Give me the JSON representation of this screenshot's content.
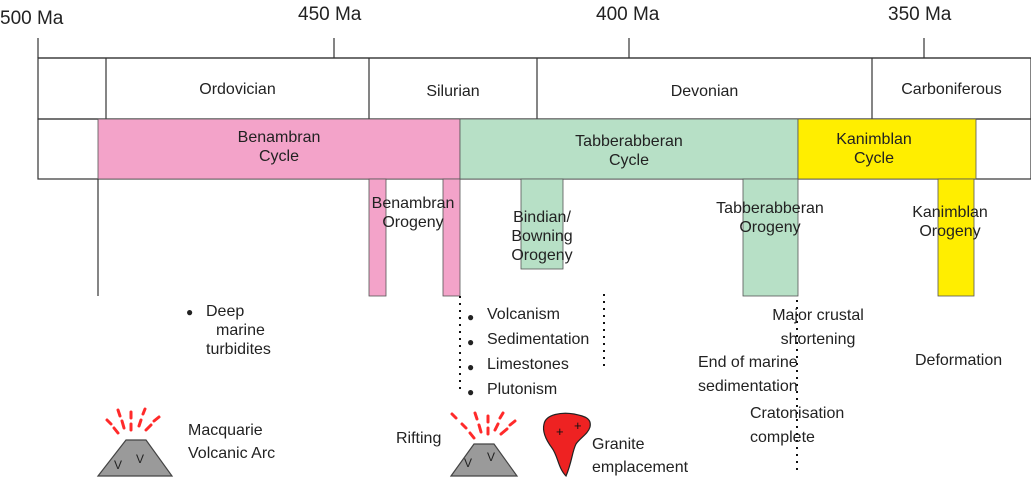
{
  "time_axis": {
    "ticks": [
      "500 Ma",
      "450 Ma",
      "400 Ma",
      "350 Ma"
    ]
  },
  "periods": [
    "Ordovician",
    "Silurian",
    "Devonian",
    "Carboniferous"
  ],
  "cycles": [
    {
      "line1": "Benambran",
      "line2": "Cycle",
      "color": "#f3a3c9"
    },
    {
      "line1": "Tabberabberan",
      "line2": "Cycle",
      "color": "#b7e0c6"
    },
    {
      "line1": "Kanimblan",
      "line2": "Cycle",
      "color": "#ffee00"
    }
  ],
  "orogenies": {
    "benambran": {
      "line1": "Benambran",
      "line2": "Orogeny"
    },
    "bindian": {
      "line1": "Bindian/",
      "line2": "Bowning",
      "line3": "Orogeny"
    },
    "tabberabberan": {
      "line1": "Tabberabberan",
      "line2": "Orogeny"
    },
    "kanimblan": {
      "line1": "Kanimblan",
      "line2": "Orogeny"
    }
  },
  "notes": {
    "deep_marine": [
      "Deep",
      "marine",
      "turbidites"
    ],
    "tabberabberan_list": [
      "Volcanism",
      "Sedimentation",
      "Limestones",
      "Plutonism"
    ],
    "major_crustal": [
      "Major crustal",
      "shortening"
    ],
    "end_marine": [
      "End of marine",
      "sedimentation"
    ],
    "cratonisation": [
      "Cratonisation",
      "complete"
    ],
    "deformation": "Deformation"
  },
  "icons": {
    "macquarie": [
      "Macquarie",
      "Volcanic Arc"
    ],
    "rifting": "Rifting",
    "granite": [
      "Granite",
      "emplacement"
    ],
    "volcano_mark": "V",
    "granite_mark": "+"
  }
}
